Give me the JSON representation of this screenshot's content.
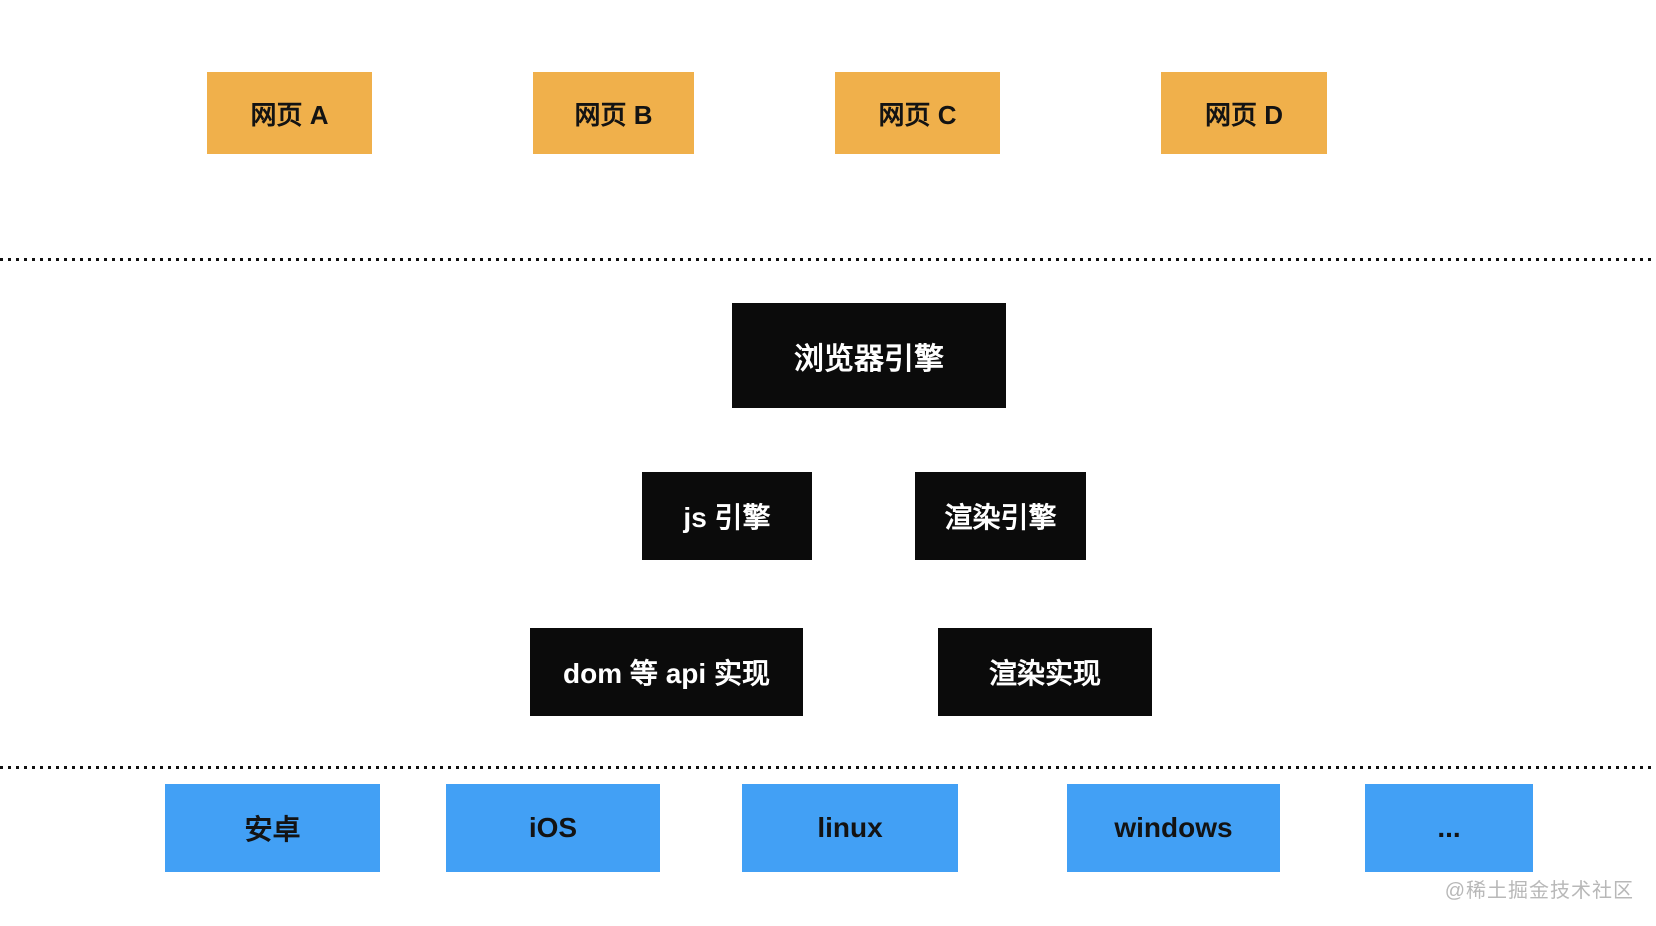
{
  "webpages": [
    {
      "label": "网页 A"
    },
    {
      "label": "网页 B"
    },
    {
      "label": "网页 C"
    },
    {
      "label": "网页 D"
    }
  ],
  "engine_layer": {
    "browser_engine": "浏览器引擎",
    "js_engine": "js 引擎",
    "render_engine": "渲染引擎",
    "dom_api_impl": "dom 等 api 实现",
    "render_impl": "渲染实现"
  },
  "platforms": [
    {
      "label": "安卓"
    },
    {
      "label": "iOS"
    },
    {
      "label": "linux"
    },
    {
      "label": "windows"
    },
    {
      "label": "..."
    }
  ],
  "watermark": "@稀土掘金技术社区",
  "colors": {
    "webpage_box": "#F0B04B",
    "platform_box": "#42A0F5",
    "engine_box": "#0B0B0B",
    "engine_text": "#FFFFFF",
    "box_text": "#131313",
    "separator_dot": "#111111",
    "watermark_text": "#B8B8B8"
  }
}
